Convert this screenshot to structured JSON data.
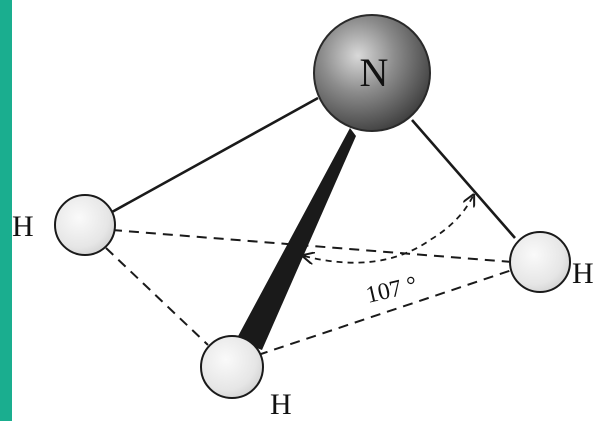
{
  "molecule": {
    "central_atom": "N",
    "hydrogen_left": "H",
    "hydrogen_right": "H",
    "hydrogen_front": "H",
    "bond_angle": "107 °"
  },
  "colors": {
    "side_border": "#1aae8f",
    "nitrogen_fill": "#7a7a7a",
    "hydrogen_fill": "#e8e8e8",
    "line": "#1a1a1a"
  }
}
